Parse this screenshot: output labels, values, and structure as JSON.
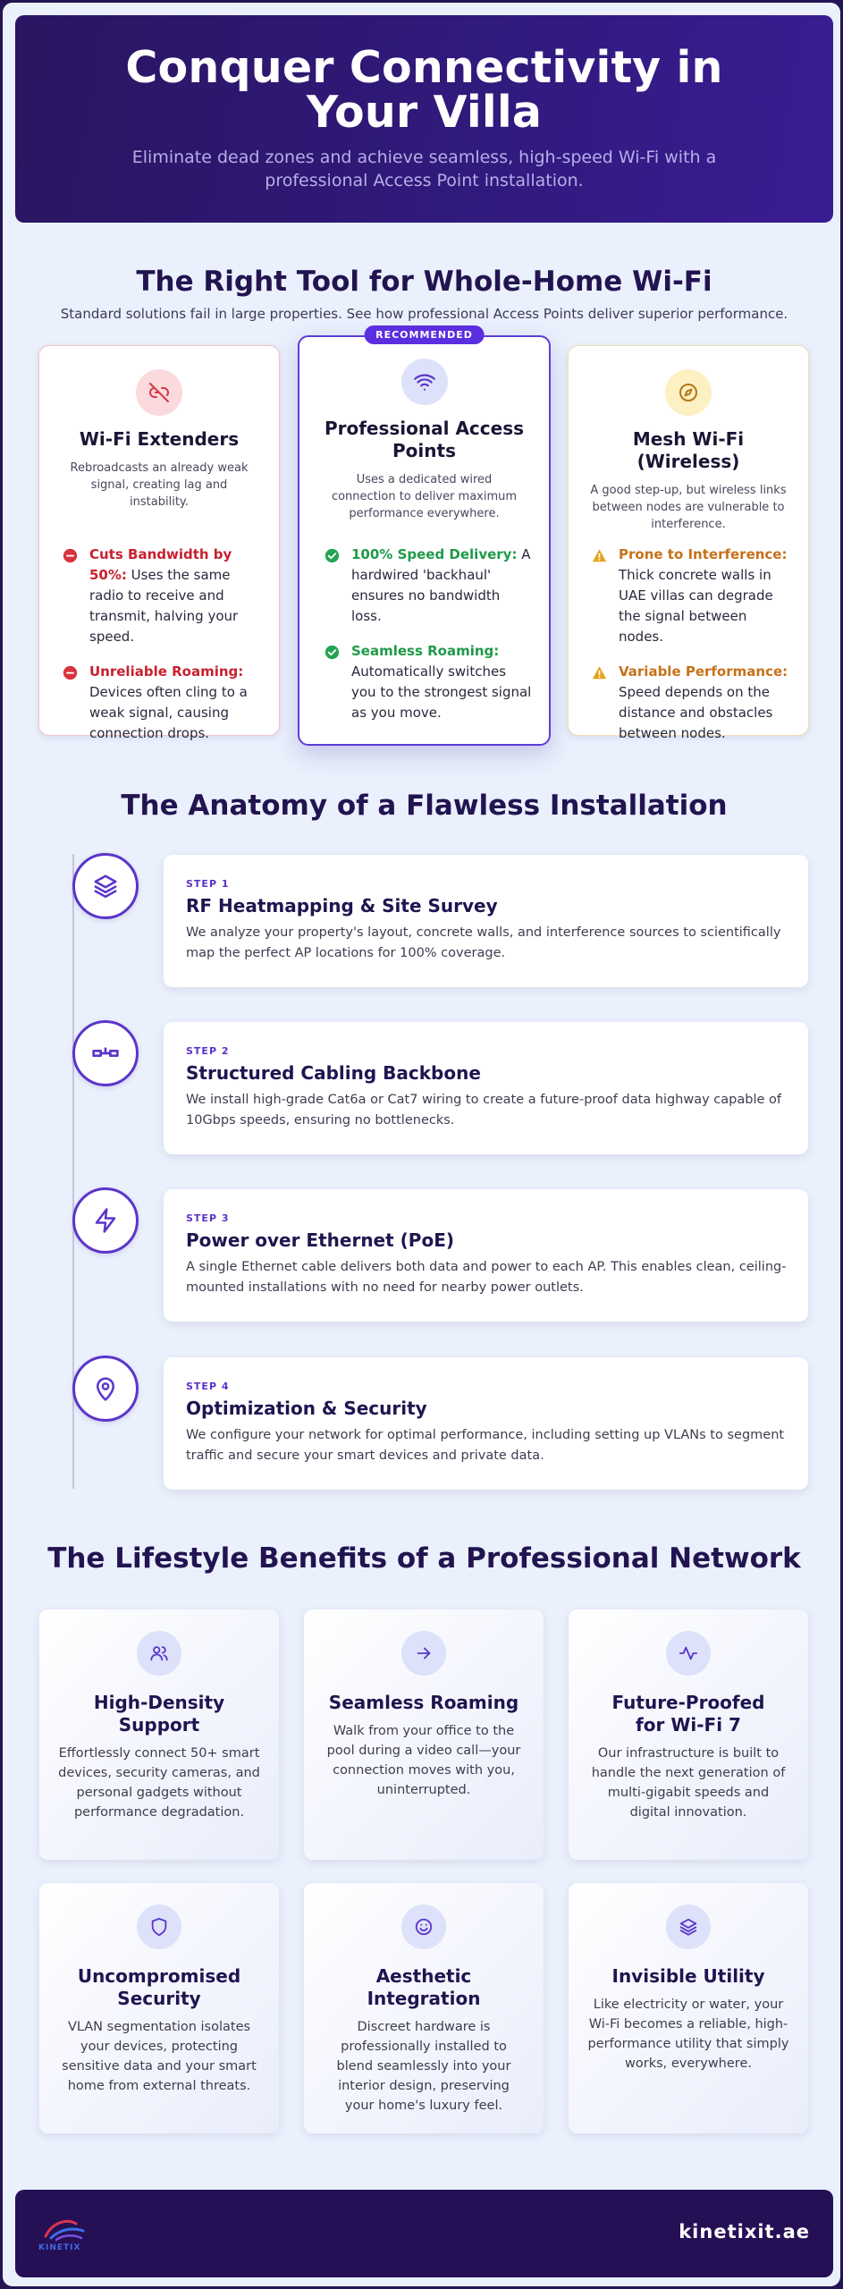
{
  "hero": {
    "title": "Conquer Connectivity in Your Villa",
    "subtitle": "Eliminate dead zones and achieve seamless, high-speed Wi-Fi with a professional Access Point installation."
  },
  "compare": {
    "title": "The Right Tool for Whole-Home Wi-Fi",
    "subtitle": "Standard solutions fail in large properties. See how professional Access Points deliver superior performance.",
    "cards": [
      {
        "icon": "broken-link-icon",
        "title": "Wi-Fi Extenders",
        "desc": "Rebroadcasts an already weak signal, creating lag and instability.",
        "points": [
          {
            "icon": "minus-circle-icon",
            "bold": "Cuts Bandwidth by 50%:",
            "text": " Uses the same radio to receive and transmit, halving your speed."
          },
          {
            "icon": "minus-circle-icon",
            "bold": "Unreliable Roaming:",
            "text": " Devices often cling to a weak signal, causing connection drops."
          }
        ]
      },
      {
        "badge": "RECOMMENDED",
        "icon": "wifi-icon",
        "title": "Professional Access Points",
        "desc": "Uses a dedicated wired connection to deliver maximum performance everywhere.",
        "points": [
          {
            "icon": "check-circle-icon",
            "bold": "100% Speed Delivery:",
            "text": " A hardwired 'backhaul' ensures no bandwidth loss."
          },
          {
            "icon": "check-circle-icon",
            "bold": "Seamless Roaming:",
            "text": " Automatically switches you to the strongest signal as you move."
          }
        ]
      },
      {
        "icon": "compass-icon",
        "title": "Mesh Wi-Fi (Wireless)",
        "desc": "A good step-up, but wireless links between nodes are vulnerable to interference.",
        "points": [
          {
            "icon": "warning-icon",
            "bold": "Prone to Interference:",
            "text": " Thick concrete walls in UAE villas can degrade the signal between nodes."
          },
          {
            "icon": "warning-icon",
            "bold": "Variable Performance:",
            "text": " Speed depends on the distance and obstacles between nodes."
          }
        ]
      }
    ]
  },
  "anatomy": {
    "title": "The Anatomy of a Flawless Installation",
    "steps": [
      {
        "icon": "layers-icon",
        "label": "STEP 1",
        "title": "RF Heatmapping & Site Survey",
        "text": "We analyze your property's layout, concrete walls, and interference sources to scientifically map the perfect AP locations for 100% coverage."
      },
      {
        "icon": "ethernet-icon",
        "label": "STEP 2",
        "title": "Structured Cabling Backbone",
        "text": "We install high-grade Cat6a or Cat7 wiring to create a future-proof data highway capable of 10Gbps speeds, ensuring no bottlenecks."
      },
      {
        "icon": "lightning-icon",
        "label": "STEP 3",
        "title": "Power over Ethernet (PoE)",
        "text": "A single Ethernet cable delivers both data and power to each AP. This enables clean, ceiling-mounted installations with no need for nearby power outlets."
      },
      {
        "icon": "map-pin-icon",
        "label": "STEP 4",
        "title": "Optimization & Security",
        "text": "We configure your network for optimal performance, including setting up VLANs to segment traffic and secure your smart devices and private data."
      }
    ]
  },
  "benefits": {
    "title": "The Lifestyle Benefits of a Professional Network",
    "cards": [
      {
        "icon": "users-icon",
        "title": "High-Density Support",
        "text": "Effortlessly connect 50+ smart devices, security cameras, and personal gadgets without performance degradation."
      },
      {
        "icon": "arrow-right-icon",
        "title": "Seamless Roaming",
        "text": "Walk from your office to the pool during a video call—your connection moves with you, uninterrupted."
      },
      {
        "icon": "activity-icon",
        "title": "Future-Proofed for Wi-Fi 7",
        "text": "Our infrastructure is built to handle the next generation of multi-gigabit speeds and digital innovation."
      },
      {
        "icon": "shield-icon",
        "title": "Uncompromised Security",
        "text": "VLAN segmentation isolates your devices, protecting sensitive data and your smart home from external threats."
      },
      {
        "icon": "smile-icon",
        "title": "Aesthetic Integration",
        "text": "Discreet hardware is professionally installed to blend seamlessly into your interior design, preserving your home's luxury feel."
      },
      {
        "icon": "layers-icon",
        "title": "Invisible Utility",
        "text": "Like electricity or water, your Wi-Fi becomes a reliable, high-performance utility that simply works, everywhere."
      }
    ]
  },
  "footer": {
    "logo_text": "KINETIX",
    "url": "kinetixit.ae"
  },
  "colors": {
    "brand_dark": "#241453",
    "accent": "#5b2ee0",
    "negative": "#c8202e",
    "positive": "#1e9a4a",
    "warning": "#c7711a"
  }
}
